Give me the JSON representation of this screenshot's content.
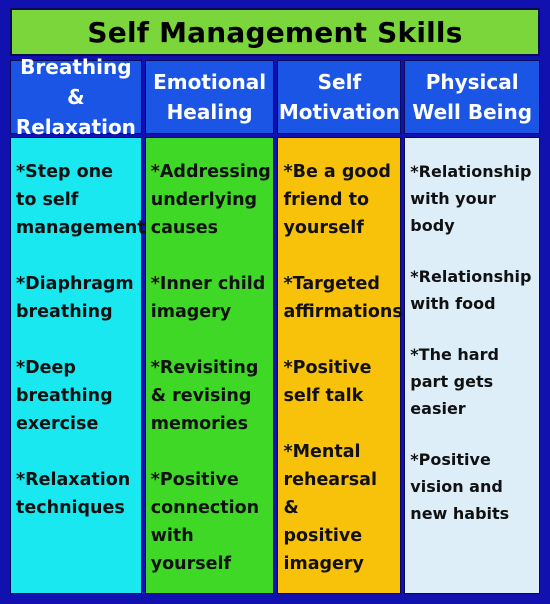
{
  "title": "Self Management Skills",
  "columns": [
    {
      "header": "Breathing &\nRelaxation",
      "items": [
        "*Step one\nto self\nmanagement",
        "*Diaphragm\nbreathing",
        "*Deep\nbreathing\nexercise",
        "*Relaxation\ntechniques"
      ]
    },
    {
      "header": "Emotional\nHealing",
      "items": [
        "*Addressing\nunderlying\ncauses",
        "*Inner child\nimagery",
        "*Revisiting\n& revising\nmemories",
        "*Positive\nconnection\nwith yourself"
      ]
    },
    {
      "header": "Self\nMotivation",
      "items": [
        "*Be a good\nfriend to\nyourself",
        "*Targeted\naffirmations",
        "*Positive\nself talk",
        "*Mental\nrehearsal &\npositive\nimagery"
      ]
    },
    {
      "header": "Physical\nWell Being",
      "items": [
        "*Relationship\nwith your\nbody",
        "*Relationship\nwith food",
        "*The hard\npart gets\neasier",
        "*Positive\nvision and\nnew habits"
      ]
    }
  ],
  "colors": {
    "frame": "#1111b0",
    "title_bg": "#7ad63a",
    "header_bg": "#1a55e6",
    "col1_bg": "#19e8f0",
    "col2_bg": "#3fd826",
    "col3_bg": "#f9c20a",
    "col4_bg": "#ddeef9"
  }
}
